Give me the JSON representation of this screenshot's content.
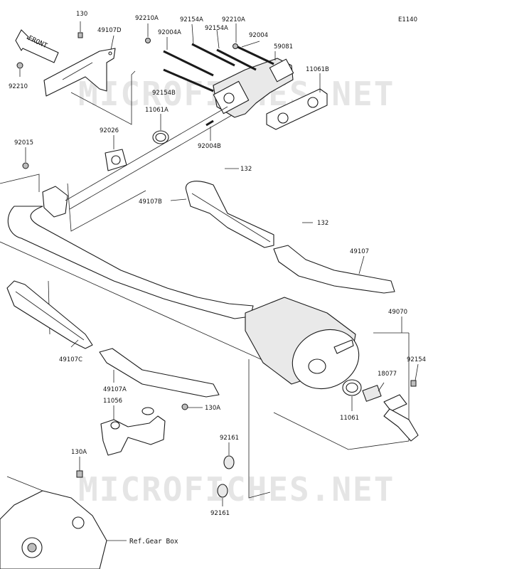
{
  "diagram_code": "E1140",
  "front_marker": "FRONT",
  "watermarks": [
    "MICROFICHES.NET",
    "MICROFICHES.NET"
  ],
  "callouts": {
    "p130_top": "130",
    "p49107D": "49107D",
    "p92210_left": "92210",
    "p92210A_a": "92210A",
    "p92004A": "92004A",
    "p92154A_a": "92154A",
    "p92210A_b": "92210A",
    "p92154A_b": "92154A",
    "p92004": "92004",
    "p59081": "59081",
    "p11061B": "11061B",
    "p92154B": "92154B",
    "p11061A": "11061A",
    "p92026": "92026",
    "p92004B": "92004B",
    "p92015": "92015",
    "p132_a": "132",
    "p49107B": "49107B",
    "p132_b": "132",
    "p49107": "49107",
    "p49070": "49070",
    "p49107C": "49107C",
    "p18077": "18077",
    "p92154": "92154",
    "p49107A": "49107A",
    "p11056": "11056",
    "p130A_right": "130A",
    "p11061": "11061",
    "p92161_a": "92161",
    "p130A_left": "130A",
    "p92161_b": "92161",
    "ref_gearbox": "Ref.Gear Box"
  }
}
